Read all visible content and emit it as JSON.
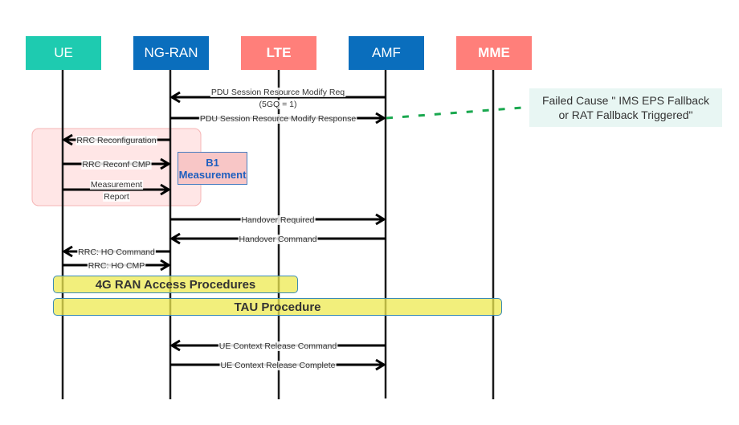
{
  "actors": [
    {
      "id": "ue",
      "label": "UE",
      "color": "#1ecbb0"
    },
    {
      "id": "ngran",
      "label": "NG-RAN",
      "color": "#0a6ebd"
    },
    {
      "id": "lte",
      "label": "LTE",
      "color": "#ff7f7a"
    },
    {
      "id": "amf",
      "label": "AMF",
      "color": "#0a6ebd"
    },
    {
      "id": "mme",
      "label": "MME",
      "color": "#ff7f7a"
    }
  ],
  "messages": [
    {
      "label": "PDU Session Resource Modify Req",
      "sublabel": "(5GQ = 1)",
      "from": "amf",
      "to": "ngran"
    },
    {
      "label": "PDU Session Resource Modify Response",
      "from": "ngran",
      "to": "amf"
    },
    {
      "label": "RRC Reconfiguration",
      "from": "ngran",
      "to": "ue"
    },
    {
      "label": "RRC Reconf CMP",
      "from": "ue",
      "to": "ngran"
    },
    {
      "label": "Measurement",
      "sublabel": "Report",
      "from": "ue",
      "to": "ngran"
    },
    {
      "label": "Handover Required",
      "from": "ngran",
      "to": "amf"
    },
    {
      "label": "Handover Command",
      "from": "amf",
      "to": "ngran"
    },
    {
      "label": "RRC: HO Command",
      "from": "ngran",
      "to": "ue"
    },
    {
      "label": "RRC: HO CMP",
      "from": "ue",
      "to": "ngran"
    },
    {
      "label": "UE Context Release Command",
      "from": "amf",
      "to": "ngran"
    },
    {
      "label": "UE Context Release Complete",
      "from": "ngran",
      "to": "amf"
    }
  ],
  "note": {
    "line1": "Failed Cause \" IMS EPS Fallback",
    "line2": "or RAT Fallback Triggered\""
  },
  "b1": {
    "line1": "B1",
    "line2": "Measurement"
  },
  "bands": {
    "ran_access": "4G RAN Access Procedures",
    "tau": "TAU Procedure"
  },
  "colors": {
    "note_connector": "#1aa84f",
    "highlight_group": "#ffe3e3"
  }
}
